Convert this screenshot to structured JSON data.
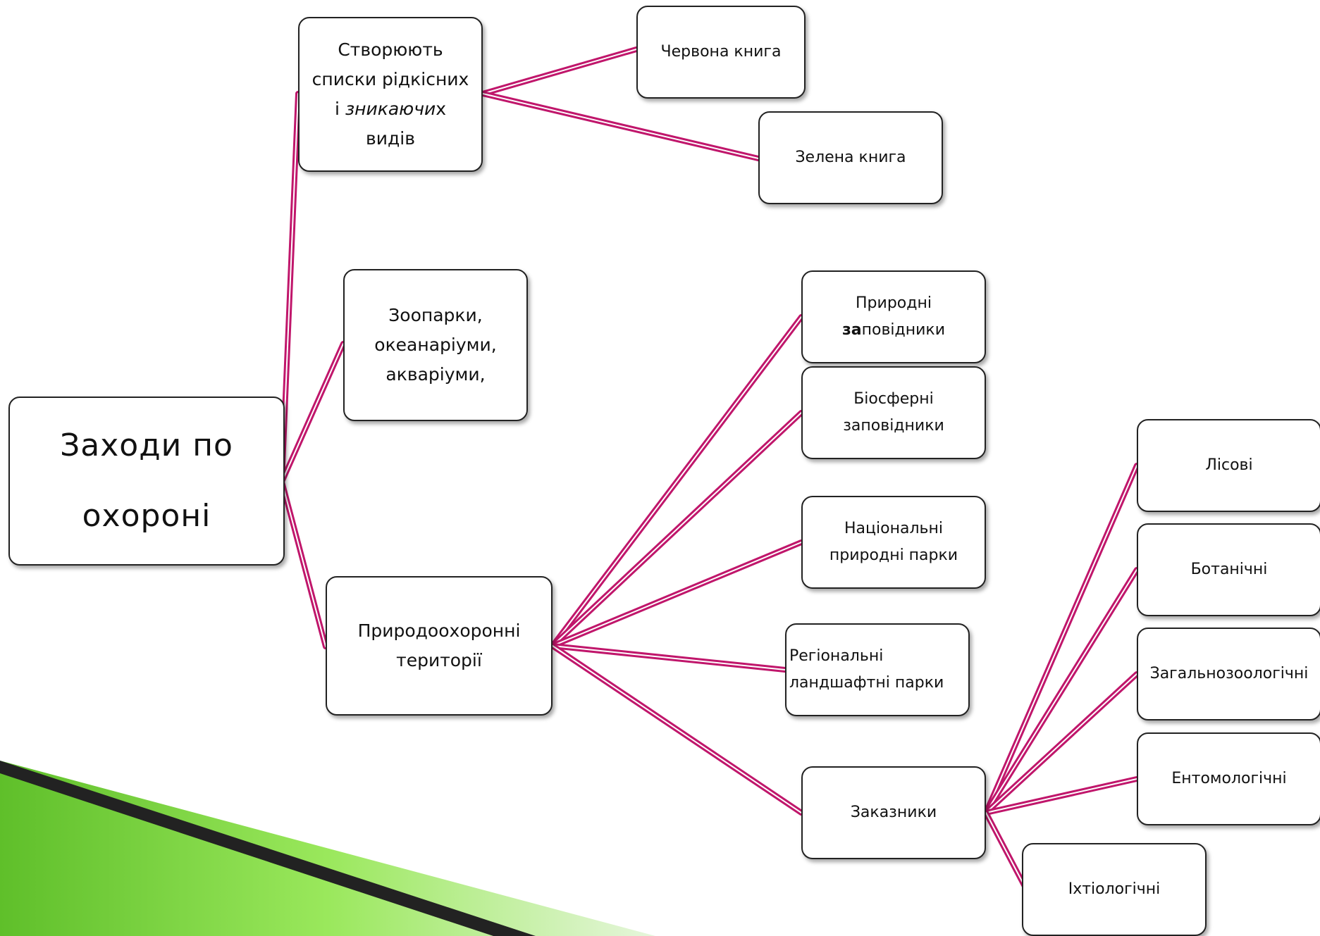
{
  "diagram": {
    "root": {
      "label_line1": "Заходи по",
      "label_line2": "охороні"
    },
    "species_lists": {
      "line1": "Створюють",
      "line2": "списки рідкісних",
      "line3_plain": "і ",
      "line3_italic": "зникаючи",
      "line3_end": "х",
      "line4": "видів"
    },
    "red_book": "Червона книга",
    "green_book": "Зелена книга",
    "zoos": {
      "line1": "Зоопарки,",
      "line2": "океанаріуми,",
      "line3": "акваріуми,"
    },
    "protected": {
      "line1": "Природоохоронні",
      "line2": "території"
    },
    "nature_reserves": {
      "line1": "Природні",
      "line2_bold": "за",
      "line2_rest": "повідники"
    },
    "biosphere": {
      "line1": "Біосферні",
      "line2": "заповідники"
    },
    "national_parks": {
      "line1": "Національні",
      "line2": "природні парки"
    },
    "regional_parks": {
      "line1": "Регіональні",
      "line2": "ландшафтні парки"
    },
    "sanctuaries": "Заказники",
    "forest": "Лісові",
    "botanical": "Ботанічні",
    "zoological": "Загальнозоологічні",
    "entomological": "Ентомологічні",
    "ichthyological": "Іхтіологічні"
  },
  "colors": {
    "connector": "#c0166b",
    "box_border": "#222222",
    "decor_green": "#8ee04f"
  }
}
